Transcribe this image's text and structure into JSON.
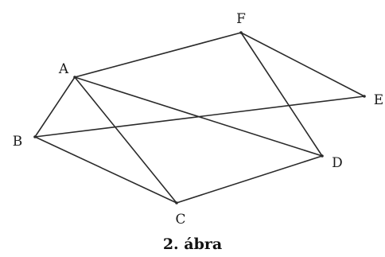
{
  "figure": {
    "caption": "2. ábra",
    "vertices": [
      {
        "id": "A",
        "label": "A"
      },
      {
        "id": "B",
        "label": "B"
      },
      {
        "id": "C",
        "label": "C"
      },
      {
        "id": "D",
        "label": "D"
      },
      {
        "id": "E",
        "label": "E"
      },
      {
        "id": "F",
        "label": "F"
      }
    ],
    "edges": [
      [
        "A",
        "F"
      ],
      [
        "F",
        "E"
      ],
      [
        "F",
        "D"
      ],
      [
        "A",
        "B"
      ],
      [
        "A",
        "C"
      ],
      [
        "A",
        "D"
      ],
      [
        "B",
        "E"
      ],
      [
        "B",
        "C"
      ],
      [
        "C",
        "D"
      ]
    ],
    "colors": {
      "line": "#2a2a2a",
      "text": "#1a1a1a",
      "background": "#ffffff"
    }
  }
}
